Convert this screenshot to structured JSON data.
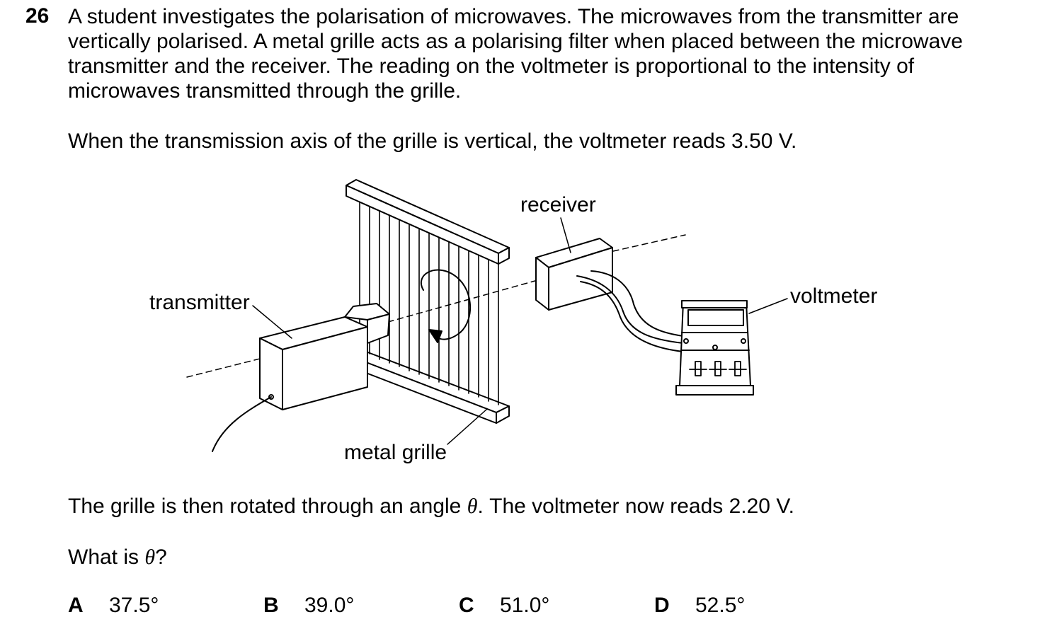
{
  "question": {
    "number": "26",
    "intro": "A student investigates the polarisation of microwaves. The microwaves from the transmitter are vertically polarised. A metal grille acts as a polarising filter when placed between the microwave transmitter and the receiver. The reading on the voltmeter is proportional to the intensity of microwaves transmitted through the grille.",
    "vertical_reading": "When the transmission axis of the grille is vertical, the voltmeter reads 3.50 V.",
    "rotated_before": "The grille is then rotated through an angle ",
    "theta": "θ",
    "rotated_after": ". The voltmeter now reads 2.20 V.",
    "ask_before": "What is ",
    "ask_after": "?"
  },
  "diagram": {
    "labels": {
      "transmitter": "transmitter",
      "receiver": "receiver",
      "voltmeter": "voltmeter",
      "metal_grille": "metal grille"
    }
  },
  "options": [
    {
      "letter": "A",
      "value": "37.5°"
    },
    {
      "letter": "B",
      "value": "39.0°"
    },
    {
      "letter": "C",
      "value": "51.0°"
    },
    {
      "letter": "D",
      "value": "52.5°"
    }
  ]
}
